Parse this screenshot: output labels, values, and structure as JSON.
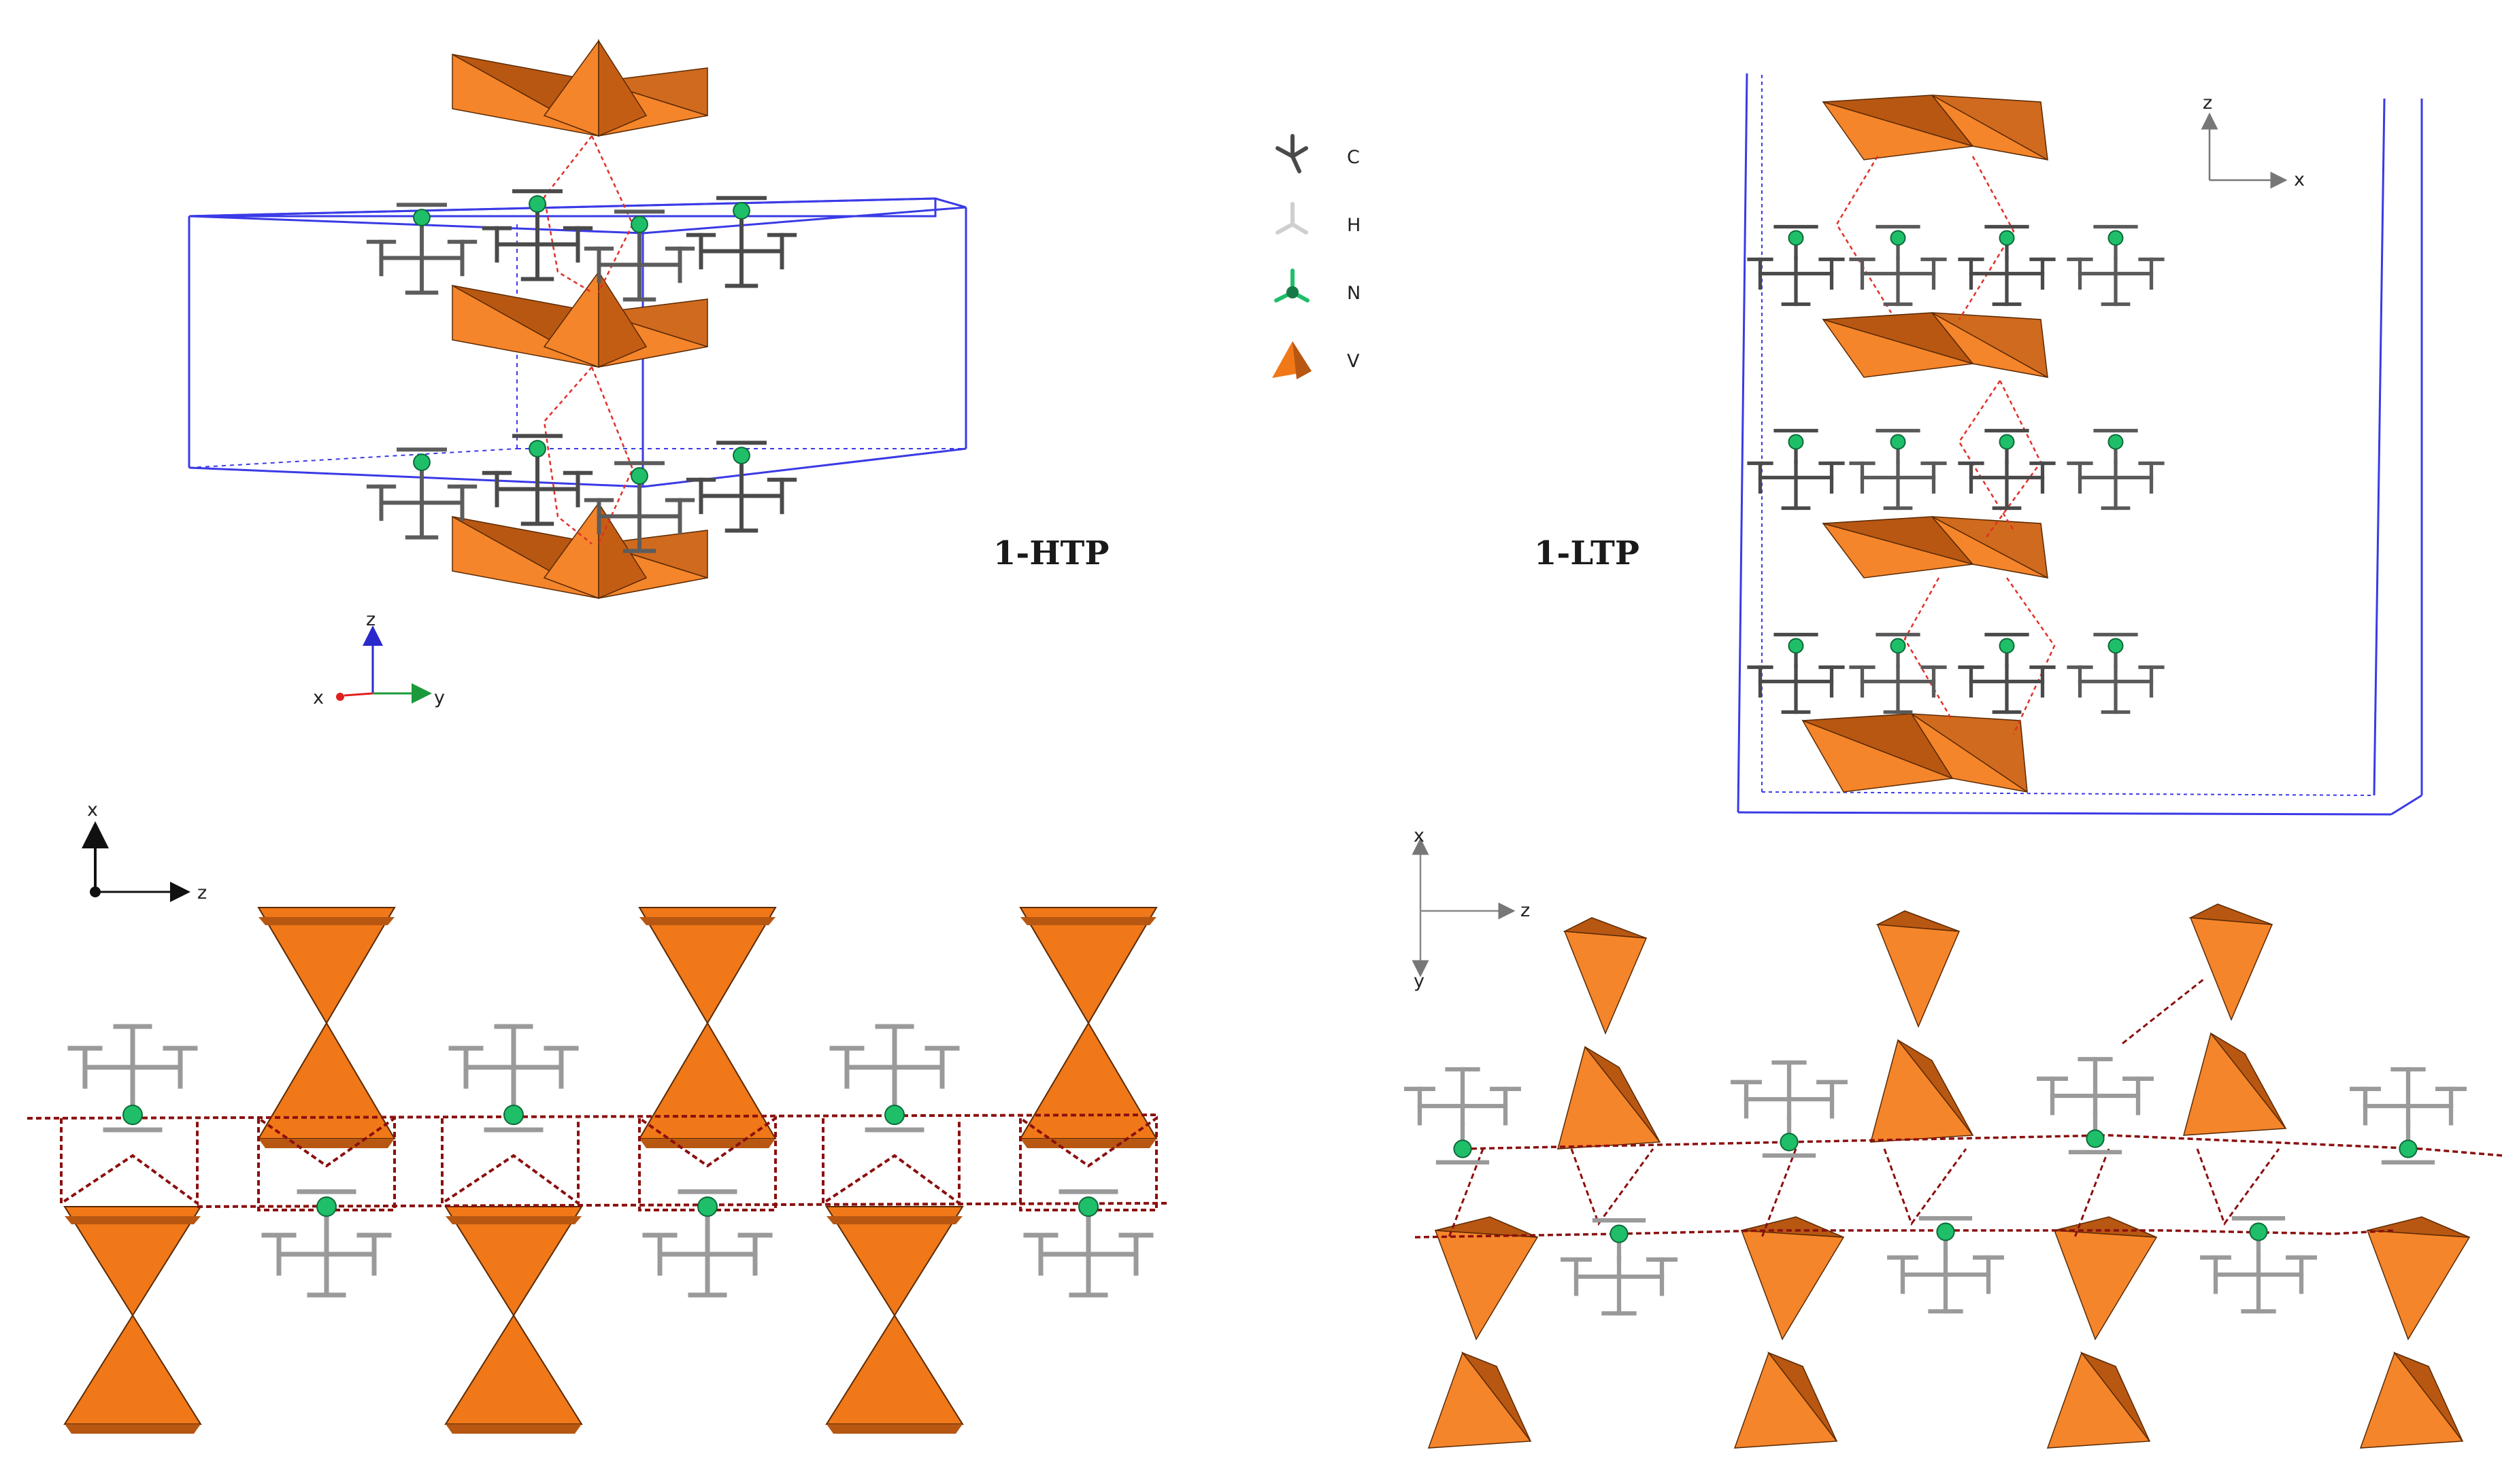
{
  "labels": {
    "htp": "1-HTP",
    "ltp": "1-LTP"
  },
  "legend": [
    {
      "symbol": "C",
      "color": "#4a4a4a",
      "icon": "atom-stick-icon"
    },
    {
      "symbol": "H",
      "color": "#cfcfcf",
      "icon": "atom-stick-icon"
    },
    {
      "symbol": "N",
      "color": "#1fbf6a",
      "icon": "atom-stick-icon"
    },
    {
      "symbol": "V",
      "color": "#d9661a",
      "icon": "tetrahedron-icon"
    }
  ],
  "axes": {
    "htp": {
      "vertical": "z",
      "left": "x",
      "right": "y"
    },
    "ltp": {
      "vertical": "z",
      "right": "x"
    },
    "bottom_left": {
      "vertical": "x",
      "right": "z"
    },
    "bottom_right": {
      "up": "x",
      "right": "z",
      "down": "y"
    }
  },
  "colors": {
    "vanadium_light": "#f5852a",
    "vanadium_dark": "#b85712",
    "vanadium_flat": "#f07818",
    "carbon": "#4a4a4a",
    "hydrogen": "#cfcfcf",
    "stick_gray": "#9a9a9a",
    "nitrogen": "#1fbf6a",
    "hbond_light": "#e0302a",
    "hbond_dark": "#8b0f0f",
    "unit_cell": "#3a3ae6"
  }
}
